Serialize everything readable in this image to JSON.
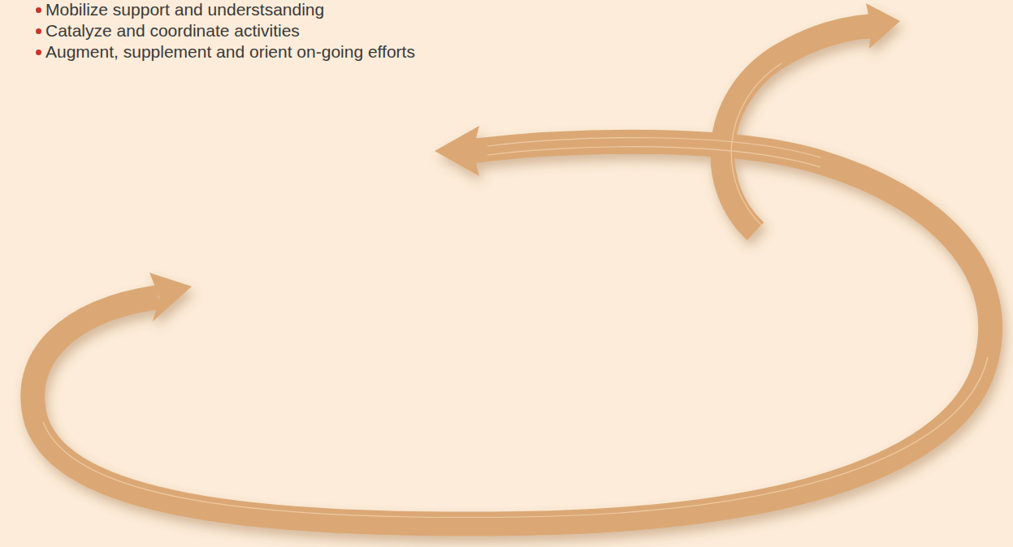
{
  "diagram": {
    "labels": [
      "Mobilize support and understsanding",
      "Catalyze and coordinate activities",
      "Augment, supplement and orient on-going efforts"
    ]
  }
}
